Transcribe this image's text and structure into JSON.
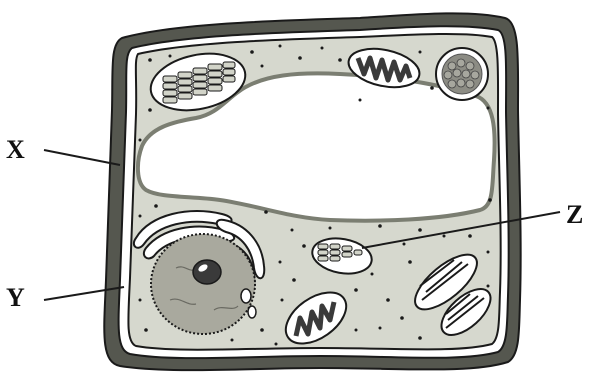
{
  "labels": {
    "x": "X",
    "y": "Y",
    "z": "Z"
  },
  "colors": {
    "cell_wall": "#55574f",
    "cytoplasm": "#d6d8ce",
    "membrane": "#ffffff",
    "outline": "#1a1a1a",
    "nucleus": "#a9a99e",
    "nucleolus": "#3a3a3a",
    "granule": "#1a1a1a"
  },
  "structures": [
    "cell-wall",
    "cell-membrane",
    "cytoplasm",
    "vacuole",
    "nucleus",
    "nucleolus",
    "golgi-apparatus",
    "chloroplast",
    "mitochondrion",
    "amyloplast",
    "ribosome-granules"
  ]
}
